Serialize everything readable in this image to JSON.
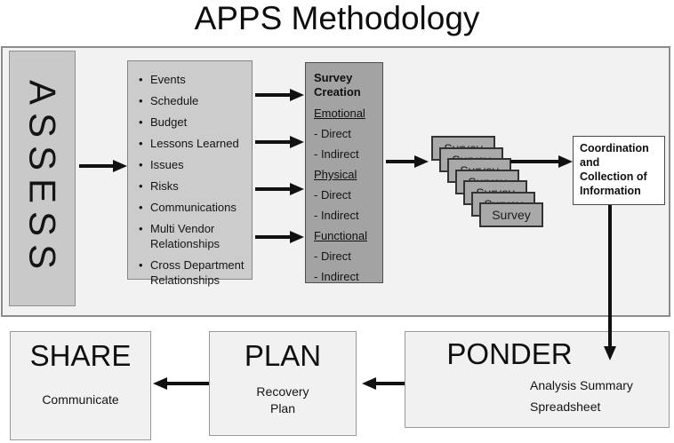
{
  "title": "APPS Methodology",
  "assess": {
    "label": "ASSESS"
  },
  "factors": {
    "items": [
      "Events",
      "Schedule",
      "Budget",
      "Lessons Learned",
      "Issues",
      "Risks",
      "Communications",
      "Multi Vendor Relationships",
      "Cross Department Relationships"
    ]
  },
  "survey_creation": {
    "title": "Survey Creation",
    "sections": [
      {
        "heading": "Emotional",
        "items": [
          "- Direct",
          "- Indirect"
        ]
      },
      {
        "heading": "Physical",
        "items": [
          "- Direct",
          "- Indirect"
        ]
      },
      {
        "heading": "Functional",
        "items": [
          "- Direct",
          "- Indirect"
        ]
      }
    ]
  },
  "survey_stack": {
    "label": "Survey",
    "count": 7
  },
  "coordination": {
    "label": "Coordination\nand\nCollection of\nInformation"
  },
  "ponder": {
    "title": "PONDER",
    "lines": [
      "Analysis Summary",
      "Spreadsheet"
    ]
  },
  "plan": {
    "title": "PLAN",
    "lines": [
      "Recovery",
      "Plan"
    ]
  },
  "share": {
    "title": "SHARE",
    "lines": [
      "Communicate"
    ]
  },
  "colors": {
    "container_bg": "#f2f2f2",
    "assess_gray": "#c9c9c9",
    "factors_gray": "#cccccc",
    "survey_creation_gray": "#a3a3a3",
    "card_gray": "#a9a9a9",
    "stage_box_bg": "#f1f1f1",
    "coordination_bg": "#ffffff",
    "arrow": "#111111"
  }
}
